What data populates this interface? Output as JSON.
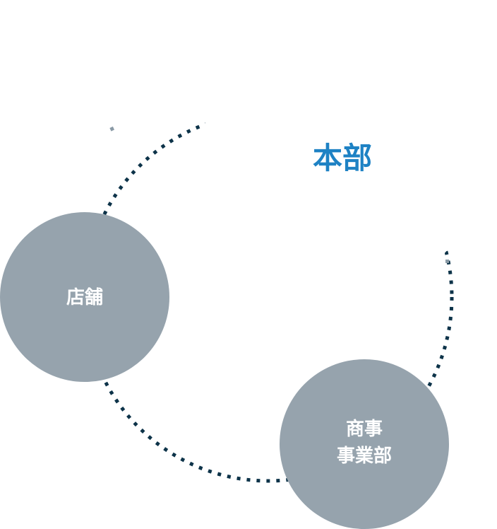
{
  "colors": {
    "accent": "#1e82c4",
    "node": "#96a3ad",
    "dots": "#0d3349",
    "dots_fade": "#8a9aa6"
  },
  "center": {
    "label": "本部"
  },
  "nodes": [
    {
      "label": "店舗"
    },
    {
      "line1": "商事",
      "line2": "事業部"
    }
  ]
}
